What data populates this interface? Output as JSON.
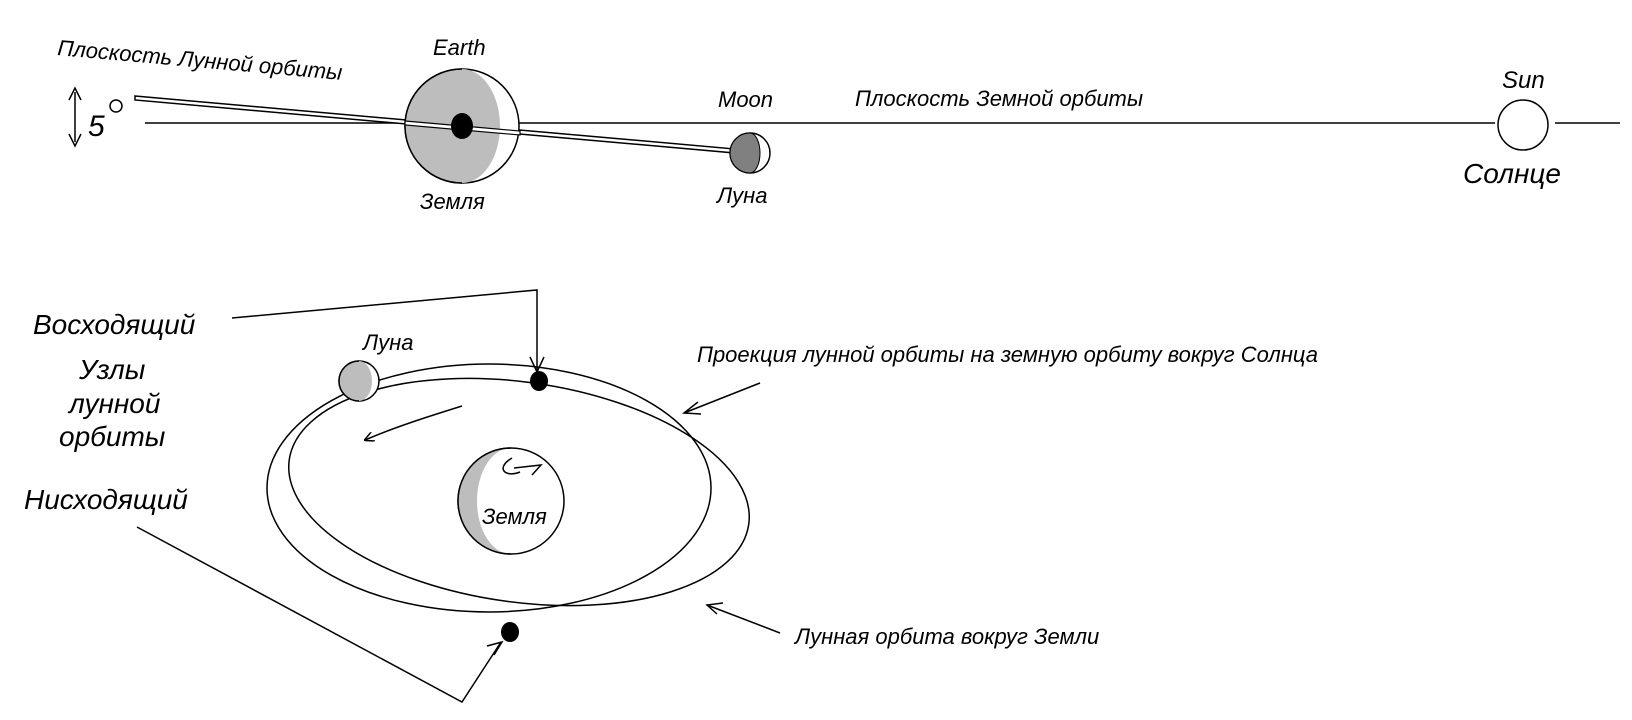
{
  "top": {
    "lunar_plane_label": "Плоскость Лунной орбиты",
    "angle_label": "5",
    "earth_en": "Earth",
    "earth_ru": "Земля",
    "moon_en": "Moon",
    "moon_ru": "Луна",
    "earth_plane_label": "Плоскость Земной орбиты",
    "sun_en": "Sun",
    "sun_ru": "Солнце"
  },
  "bottom": {
    "ascending": "Восходящий",
    "nodes_line1": "Узлы",
    "nodes_line2": "лунной",
    "nodes_line3": "орбиты",
    "descending": "Нисходящий",
    "moon": "Луна",
    "earth": "Земля",
    "projection_label": "Проекция лунной орбиты на земную орбиту вокруг Солнца",
    "lunar_orbit_label": "Лунная орбита вокруг Земли"
  },
  "colors": {
    "shade": "#bdbdbd",
    "moon_dark": "#808080",
    "ink": "#000000"
  }
}
